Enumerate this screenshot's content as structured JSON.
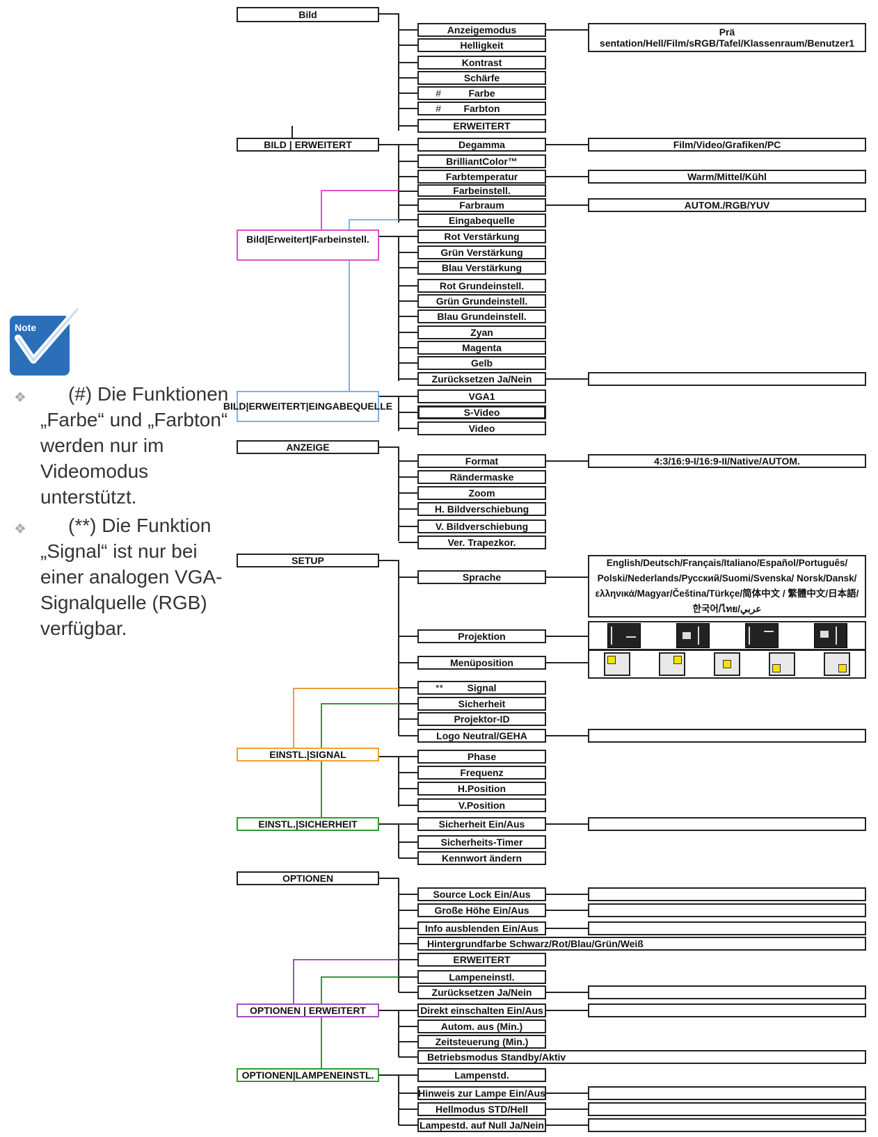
{
  "note": {
    "icon_label": "Note",
    "items": [
      {
        "marker": "(#)",
        "text": "Die Funktionen „Farbe“ und „Farbton“ werden nur im Videomodus unterstützt."
      },
      {
        "marker": "(**)",
        "text": "Die Funktion „Signal“ ist nur bei einer analogen VGA-Signalquelle (RGB) verfügbar."
      }
    ]
  },
  "colors": {
    "pink": "#e050c8",
    "blue": "#88aee0",
    "orange": "#f0a030",
    "green": "#2e9c2e",
    "purple": "#a050c0",
    "line": "#222222"
  },
  "menu": {
    "bild": "Bild",
    "bild_items": [
      "Anzeigemodus",
      "Helligkeit",
      "Kontrast",
      "Schärfe",
      "Farbe",
      "Farbton",
      "ERWEITERT"
    ],
    "hash_mark": "#",
    "anzeigemodus_options_1": "Prä",
    "anzeigemodus_options_2": "sentation/Hell/Film/sRGB/Tafel/Klassenraum/Benutzer1",
    "bild_erweitert": "BILD | ERWEITERT",
    "erweitert_items": [
      "Degamma",
      "BrilliantColor™",
      "Farbtemperatur",
      "Farbeinstell.",
      "Farbraum",
      "Eingabequelle"
    ],
    "degamma_options": "Film/Video/Grafiken/PC",
    "farbtemp_options": "Warm/Mittel/Kühl",
    "farbraum_options": "AUTOM./RGB/YUV",
    "farbeinstell": "Bild|Erweitert|Farbeinstell.",
    "farbeinstell_items": [
      "Rot Verstärkung",
      "Grün Verstärkung",
      "Blau Verstärkung",
      "Rot Grundeinstell.",
      "Grün Grundeinstell.",
      "Blau Grundeinstell.",
      "Zyan",
      "Magenta",
      "Gelb",
      "Zurücksetzen Ja/Nein"
    ],
    "eingabequelle": "BILD|ERWEITERT|EINGABEQUELLE",
    "eingabequelle_items": [
      "VGA1",
      "S-Video",
      "Video"
    ],
    "anzeige": "ANZEIGE",
    "anzeige_items": [
      "Format",
      "Rändermaske",
      "Zoom",
      "H. Bildverschiebung",
      "V. Bildverschiebung",
      "Ver. Trapezkor."
    ],
    "format_options": "4:3/16:9-I/16:9-II/Native/AUTOM.",
    "setup": "SETUP",
    "setup_items": [
      "Sprache",
      "Projektion",
      "Menüposition",
      "Signal",
      "Sicherheit",
      "Projektor-ID",
      "Logo Neutral/GEHA"
    ],
    "signal_mark": "**",
    "sprache_options": "English/Deutsch/Français/Italiano/Español/Português/ Polski/Nederlands/Русский/Suomi/Svenska/ Norsk/Dansk/ελληνικά/Magyar/Čeština/Türkçe/简体中文 / 繁體中文/日本語/한국어/ไทย/عربي",
    "einstl_signal": "EINSTL.|SIGNAL",
    "signal_items": [
      "Phase",
      "Frequenz",
      "H.Position",
      "V.Position"
    ],
    "einstl_sicherheit": "EINSTL.|SICHERHEIT",
    "sicherheit_items": [
      "Sicherheit Ein/Aus",
      "Sicherheits-Timer",
      "Kennwort ändern"
    ],
    "optionen": "OPTIONEN",
    "optionen_items": [
      "Source Lock Ein/Aus",
      "Große Höhe Ein/Aus",
      "Info ausblenden Ein/Aus",
      "Hintergrundfarbe Schwarz/Rot/Blau/Grün/Weiß",
      "ERWEITERT",
      "Lampeneinstl."
    ],
    "optionen_erweitert": "OPTIONEN | ERWEITERT",
    "opt_erw_items": [
      "Zurücksetzen Ja/Nein",
      "Direkt einschalten Ein/Aus",
      "Autom. aus (Min.)",
      "Zeitsteuerung (Min.)",
      "Betriebsmodus Standby/Aktiv"
    ],
    "optionen_lampe": "OPTIONEN|LAMPENEINSTL.",
    "lampe_items": [
      "Lampenstd.",
      "Hinweis zur Lampe Ein/Aus",
      "Hellmodus STD/Hell",
      "Lampestd. auf Null Ja/Nein"
    ]
  }
}
